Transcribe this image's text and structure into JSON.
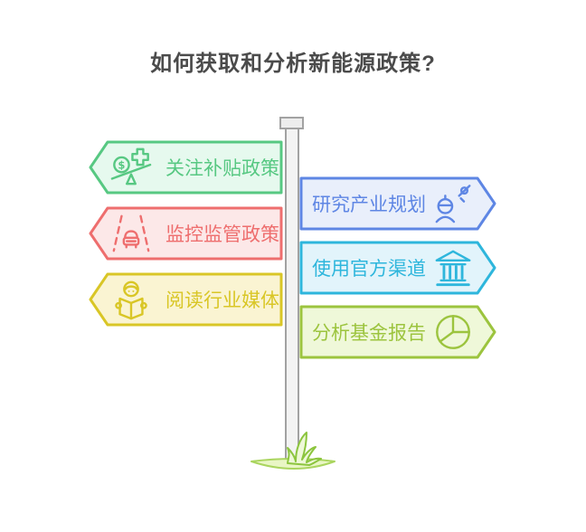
{
  "title": {
    "text": "如何获取和分析新能源政策?",
    "color": "#4b4b4b"
  },
  "signs": {
    "left": [
      {
        "label": "关注补贴政策",
        "icon": "subsidy-balance-icon",
        "color": "#57c882",
        "fill": "#e6f9ee"
      },
      {
        "label": "监控监管政策",
        "icon": "traffic-monitoring-icon",
        "color": "#ee6e6e",
        "fill": "#fce8e8"
      },
      {
        "label": "阅读行业媒体",
        "icon": "reading-book-icon",
        "color": "#d9c626",
        "fill": "#faf4d2"
      }
    ],
    "right": [
      {
        "label": "研究产业规划",
        "icon": "survey-telescope-icon",
        "color": "#5e86e4",
        "fill": "#e9effb"
      },
      {
        "label": "使用官方渠道",
        "icon": "bank-building-icon",
        "color": "#2eb6dc",
        "fill": "#e2f4fb"
      },
      {
        "label": "分析基金报告",
        "icon": "pie-chart-icon",
        "color": "#9cc43e",
        "fill": "#eff8d9"
      }
    ]
  },
  "pole": {
    "fill": "#f3f3f3",
    "border": "#a2a2a2",
    "cap_fill": "#ededed"
  },
  "grass": {
    "mound_fill": "#e9f6c5",
    "mound_border": "#aad55f",
    "blade_color": "#8cc53e",
    "blade_fill": "#eef8d8"
  }
}
